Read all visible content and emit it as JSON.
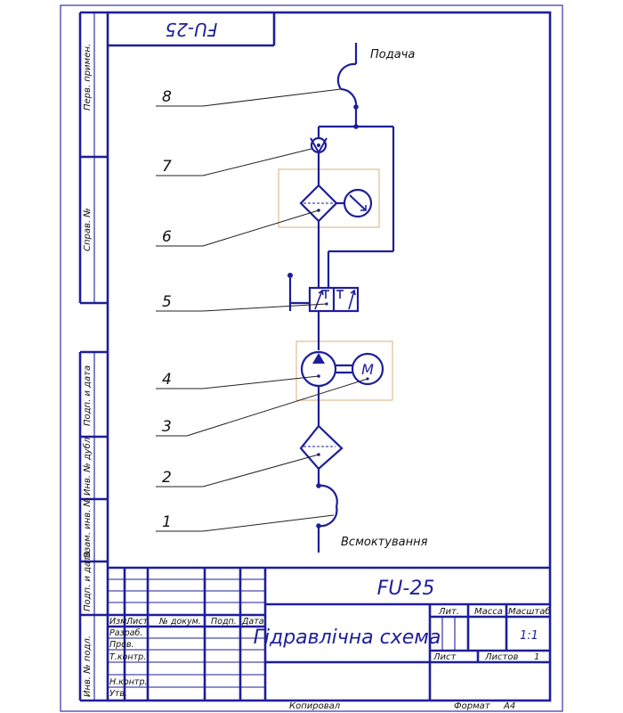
{
  "stamp": {
    "mirrored_code": "FU-25"
  },
  "side_labels": {
    "perv_primen": "Перв. примен.",
    "sprav_no": "Справ. №",
    "podp_data_1": "Подп. и дата",
    "inv_dubl": "Инв. № дубл.",
    "vzam_inv": "Взам. инв. №",
    "podp_data_2": "Подп. и дата",
    "inv_podl": "Инв. № подл."
  },
  "diagram": {
    "label_top": "Подача",
    "label_bottom": "Всмоктування",
    "callouts": [
      "8",
      "7",
      "6",
      "5",
      "4",
      "3",
      "2",
      "1"
    ],
    "motor_letter": "M"
  },
  "title_block": {
    "code": "FU-25",
    "title": "Гідравлічна схема",
    "col_headers": [
      "Изм.",
      "Лист",
      "№ докум.",
      "Подп.",
      "Дата"
    ],
    "roles": [
      "Разраб.",
      "Пров.",
      "Т.контр.",
      "Н.контр.",
      "Утв."
    ],
    "lit": "Лит.",
    "massa": "Масса",
    "masshtab": "Масштаб",
    "scale_value": "1:1",
    "list": "Лист",
    "listov": "Листов",
    "listov_value": "1"
  },
  "footer": {
    "kopiroval": "Копировал",
    "format": "Формат",
    "format_value": "А4"
  },
  "colors": {
    "ink": "#1e1e9a",
    "group_frame": "#d9b07a",
    "leader": "#222222"
  }
}
